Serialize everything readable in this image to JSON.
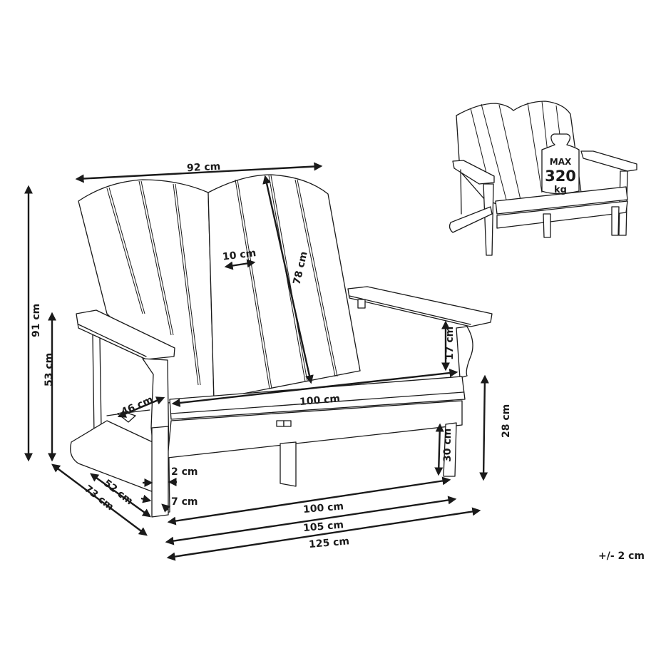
{
  "diagram": {
    "subject": "Two-seat Adirondack garden bench dimension drawing",
    "dimensions": {
      "backrest_width": "92 cm",
      "slat_width": "10 cm",
      "backrest_height": "78 cm",
      "total_height": "91 cm",
      "armrest_height": "53 cm",
      "armrest_depth": "46 cm",
      "armrest_to_seat": "17 cm",
      "seat_width": "100 cm",
      "seat_height": "28 cm",
      "leg_height": "30 cm",
      "leg_thickness_front": "2 cm",
      "leg_thickness_side": "7 cm",
      "seat_depth": "52 cm",
      "total_depth": "73 cm",
      "inner_width": "100 cm",
      "base_width": "105 cm",
      "total_width": "125 cm"
    },
    "inset": {
      "weight_label_top": "MAX",
      "weight_value": "320",
      "weight_unit": "kg"
    },
    "tolerance": "+/- 2 cm"
  }
}
